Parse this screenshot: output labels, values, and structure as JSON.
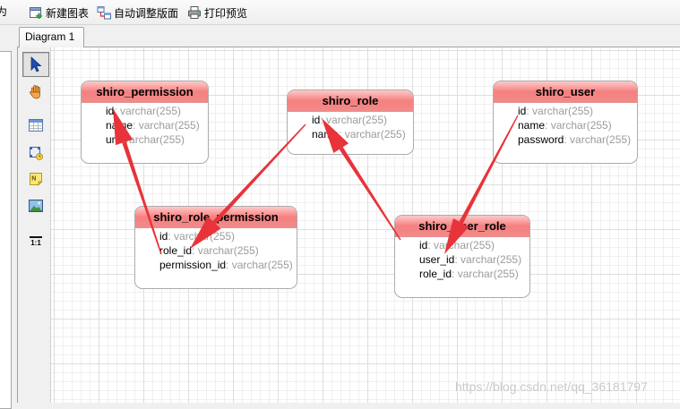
{
  "toolbar": {
    "cutoff_label": "为",
    "new_diagram": {
      "label": "新建图表",
      "icon": "new-diagram-icon"
    },
    "auto_layout": {
      "label": "自动调整版面",
      "icon": "auto-layout-icon"
    },
    "print_preview": {
      "label": "打印预览",
      "icon": "print-preview-icon"
    }
  },
  "tabs": [
    {
      "label": "Diagram 1",
      "active": true
    }
  ],
  "tools": [
    {
      "icon": "pointer-icon",
      "selected": true
    },
    {
      "icon": "hand-icon",
      "selected": false
    },
    {
      "icon": "table-icon",
      "selected": false
    },
    {
      "icon": "view-icon",
      "selected": false
    },
    {
      "icon": "note-icon",
      "selected": false,
      "glyph": "N"
    },
    {
      "icon": "image-icon",
      "selected": false
    },
    {
      "icon": "actual-size-icon",
      "selected": false,
      "label": "1:1"
    }
  ],
  "diagram": {
    "field_separator": ": ",
    "tables": [
      {
        "name": "shiro_permission",
        "fields": [
          {
            "name": "id",
            "type": "varchar(255)"
          },
          {
            "name": "name",
            "type": "varchar(255)"
          },
          {
            "name": "url",
            "type": "varchar(255)"
          }
        ]
      },
      {
        "name": "shiro_role",
        "fields": [
          {
            "name": "id",
            "type": "varchar(255)"
          },
          {
            "name": "name",
            "type": "varchar(255)"
          }
        ]
      },
      {
        "name": "shiro_user",
        "fields": [
          {
            "name": "id",
            "type": "varchar(255)"
          },
          {
            "name": "name",
            "type": "varchar(255)"
          },
          {
            "name": "password",
            "type": "varchar(255)"
          }
        ]
      },
      {
        "name": "shiro_role_permission",
        "fields": [
          {
            "name": "id",
            "type": "varchar(255)"
          },
          {
            "name": "role_id",
            "type": "varchar(255)"
          },
          {
            "name": "permission_id",
            "type": "varchar(255)"
          }
        ]
      },
      {
        "name": "shiro_user_role",
        "fields": [
          {
            "name": "id",
            "type": "varchar(255)"
          },
          {
            "name": "user_id",
            "type": "varchar(255)"
          },
          {
            "name": "role_id",
            "type": "varchar(255)"
          }
        ]
      }
    ]
  },
  "watermark": "https://blog.csdn.net/qq_36181797",
  "colors": {
    "table_header": "#f4807f",
    "field_type_text": "#9b9b9b",
    "annotation_arrow": "#e8333a",
    "watermark": "#c9c9c9",
    "selected_tool_border": "#7c7c7c"
  }
}
